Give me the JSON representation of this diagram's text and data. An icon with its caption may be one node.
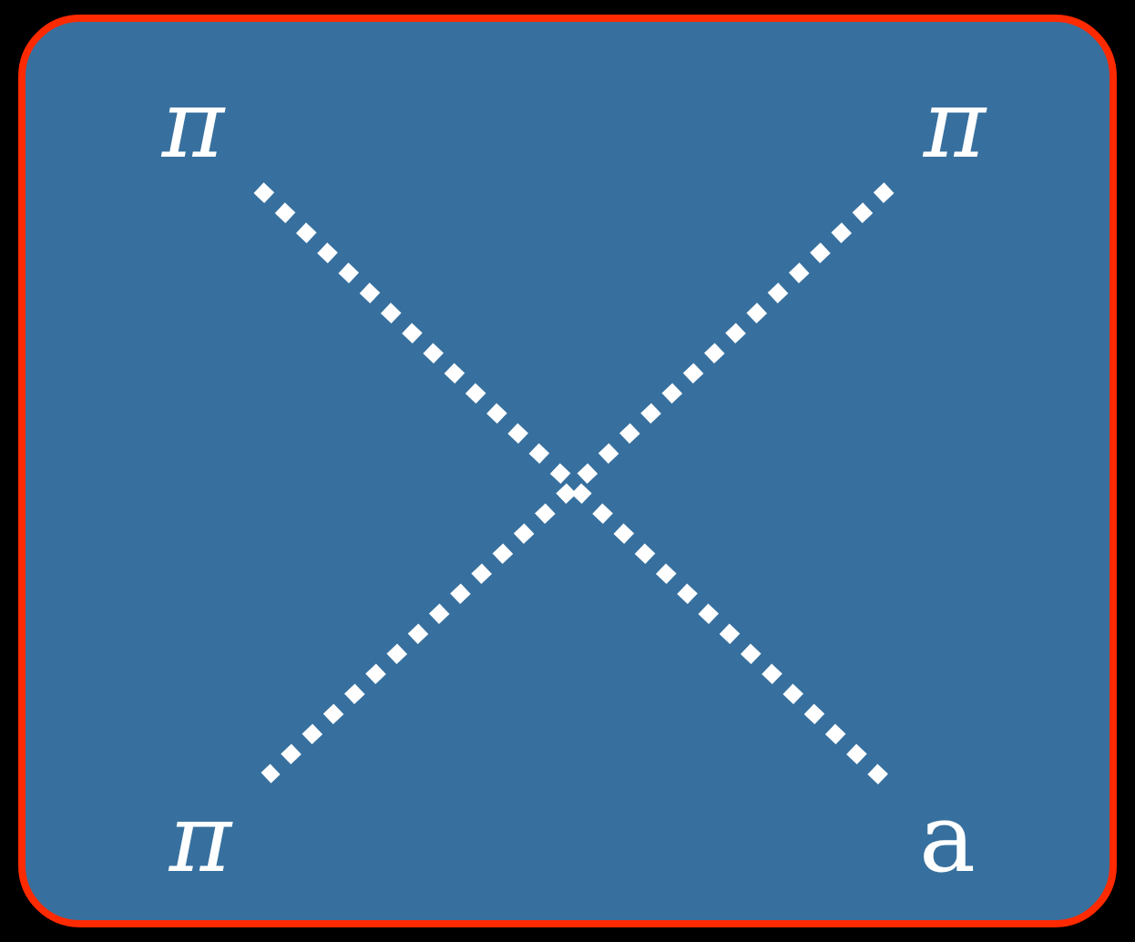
{
  "diagram": {
    "nodes": [
      {
        "text": [
          "π"
        ]
      },
      {
        "text": [
          "π"
        ]
      },
      {
        "text": [
          "π"
        ]
      },
      {
        "text": [
          "a"
        ]
      }
    ],
    "edges": [
      {
        "from": 0,
        "to": 3,
        "arrow": "none"
      },
      {
        "from": 1,
        "to": 2,
        "arrow": "none"
      }
    ]
  }
}
